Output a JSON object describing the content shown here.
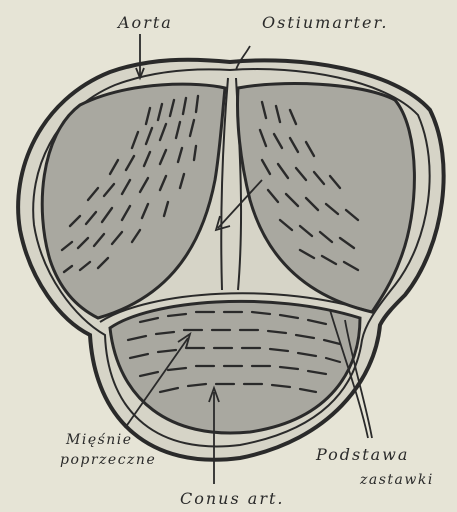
{
  "labels": {
    "aorta": "Aorta",
    "ostium": "Ostiumarter.",
    "miesnie_line1": "Mięśnie",
    "miesnie_line2": "poprzeczne",
    "podstawa_line1": "Podstawa",
    "podstawa_line2": "zastawki",
    "conus": "Conus art."
  },
  "colors": {
    "paper": "#e6e4d6",
    "ring_fill": "#d6d4c7",
    "cusp_fill": "#a9a8a0",
    "ink": "#2a2a2a"
  }
}
